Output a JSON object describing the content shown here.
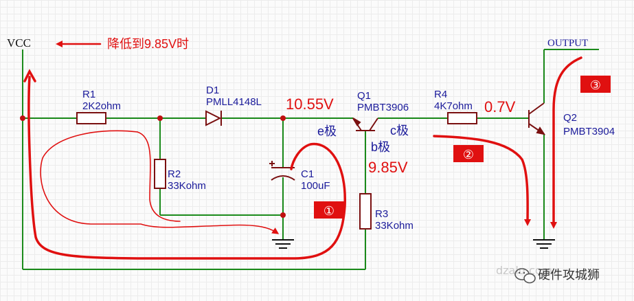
{
  "vcc": {
    "label": "VCC",
    "note": "降低到9.85V时"
  },
  "output": {
    "label": "OUTPUT"
  },
  "components": {
    "r1": {
      "ref": "R1",
      "value": "2K2ohm"
    },
    "d1": {
      "ref": "D1",
      "value": "PMLL4148L"
    },
    "r2": {
      "ref": "R2",
      "value": "33Kohm"
    },
    "c1": {
      "ref": "C1",
      "value": "100uF"
    },
    "q1": {
      "ref": "Q1",
      "value": "PMBT3906"
    },
    "r3": {
      "ref": "R3",
      "value": "33Kohm"
    },
    "r4": {
      "ref": "R4",
      "value": "4K7ohm"
    },
    "q2": {
      "ref": "Q2",
      "value": "PMBT3904"
    }
  },
  "annotations": {
    "v_cap": "10.55V",
    "v_base": "9.85V",
    "v_q2": "0.7V",
    "emitter": "e极",
    "base": "b极",
    "collector": "c极"
  },
  "badges": [
    "①",
    "②",
    "③"
  ],
  "watermark": {
    "faint": "dzalu.com",
    "text": "硬件攻城狮"
  },
  "colors": {
    "wire": "#1a8a1a",
    "component": "#7a1010",
    "annotation": "#e01010",
    "label": "#1a1a9a"
  }
}
